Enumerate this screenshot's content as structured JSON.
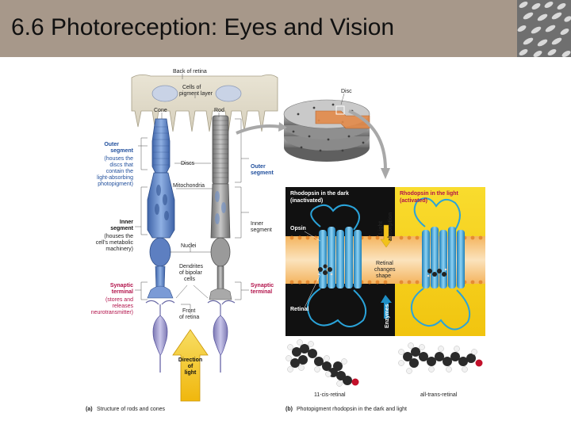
{
  "slide": {
    "title": "6.6 Photoreception: Eyes and Vision"
  },
  "panel_a": {
    "back_of_retina": "Back of retina",
    "pigment_layer": [
      "Cells of",
      "pigment layer"
    ],
    "cone": "Cone",
    "rod": "Rod",
    "outer_segment_left": [
      "Outer",
      "segment"
    ],
    "outer_segment_note": [
      "(houses the",
      "discs that",
      "contain the",
      "light-absorbing",
      "photopigment)"
    ],
    "discs": "Discs",
    "outer_segment_right": [
      "Outer",
      "segment"
    ],
    "mitochondria": "Mitochondria",
    "inner_segment_left": [
      "Inner",
      "segment"
    ],
    "inner_segment_note": [
      "(houses the",
      "cell's metabolic",
      "machinery)"
    ],
    "inner_segment_right": [
      "Inner",
      "segment"
    ],
    "nuclei": "Nuclei",
    "dendrites": [
      "Dendrites",
      "of bipolar",
      "cells"
    ],
    "synaptic_left": [
      "Synaptic",
      "terminal"
    ],
    "synaptic_note": [
      "(stores and",
      "releases",
      "neurotransmitter)"
    ],
    "synaptic_right": [
      "Synaptic",
      "terminal"
    ],
    "front_of_retina": [
      "Front",
      "of retina"
    ],
    "direction_of_light": [
      "Direction",
      "of",
      "light"
    ],
    "caption_letter": "(a)",
    "caption": "Structure of rods and cones"
  },
  "panel_b": {
    "disc": "Disc",
    "dark_title": [
      "Rhodopsin in the dark",
      "(inactivated)"
    ],
    "light_title": [
      "Rhodopsin in the light",
      "(activated)"
    ],
    "opsin": "Opsin",
    "retinal": "Retinal",
    "light_absorption": [
      "Light",
      "absorption"
    ],
    "retinal_changes": [
      "Retinal",
      "changes",
      "shape"
    ],
    "enzymes": "Enzymes",
    "cis_retinal": "11-cis-retinal",
    "trans_retinal": "all-trans-retinal",
    "caption_letter": "(b)",
    "caption": "Photopigment rhodopsin in the dark and light"
  },
  "colors": {
    "title_bar": "#a7988a",
    "cone_blue": "#5b7fc0",
    "rod_gray": "#8e8e8e",
    "label_blue": "#1f4e9c",
    "label_red": "#b2124a",
    "membrane_orange": "#f0a24a",
    "opsin_cyan": "#3aa7d8",
    "light_panel_yellow": "#f7d21a",
    "arrow_yellow": "#f2c21b"
  }
}
